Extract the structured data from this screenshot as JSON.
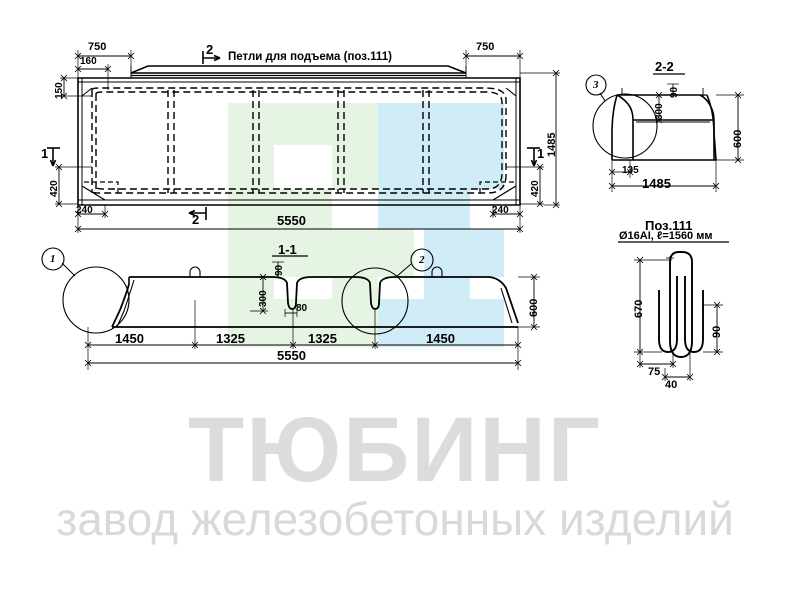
{
  "drawing": {
    "titles": {
      "lifting_loops": "Петли для подъема (поз.111)",
      "section_1_1": "1-1",
      "section_2_2": "2-2",
      "rebar_pos": "Поз.111",
      "rebar_spec": "Ø16AI, ℓ=1560 мм"
    },
    "plan_view": {
      "dim_750_left": "750",
      "dim_750_right": "750",
      "dim_160": "160",
      "dim_150": "150",
      "dim_420_left": "420",
      "dim_420_right": "420",
      "dim_240_left": "240",
      "dim_240_right": "240",
      "dim_1485": "1485",
      "dim_5550": "5550",
      "section_mark_1_left": "1",
      "section_mark_1_right": "1",
      "section_mark_2_top": "2",
      "section_mark_2_bottom": "2"
    },
    "elevation_view": {
      "dim_1450_left": "1450",
      "dim_1325_left": "1325",
      "dim_1325_right": "1325",
      "dim_1450_right": "1450",
      "dim_5550": "5550",
      "dim_600": "600",
      "dim_300": "300",
      "dim_90": "90",
      "dim_80": "80",
      "detail_callout_1": "1",
      "detail_callout_2": "2"
    },
    "section_2_2": {
      "dim_1485": "1485",
      "dim_600": "600",
      "dim_300": "300",
      "dim_90": "90",
      "dim_135": "135",
      "detail_callout_3": "3"
    },
    "rebar_detail": {
      "dim_670": "670",
      "dim_90": "90",
      "dim_75": "75",
      "dim_40": "40"
    },
    "watermark": {
      "brand": "ТЮБИНГ",
      "tagline": "завод железобетонных изделий"
    },
    "colors": {
      "line": "#000000",
      "watermark_gray": "#dcdcdc",
      "logo_green": "#e6f4e3",
      "logo_blue": "#cfecf7"
    }
  }
}
